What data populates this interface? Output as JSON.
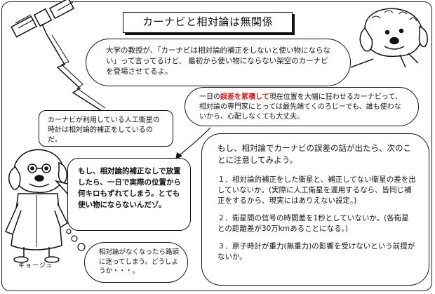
{
  "title": "カーナビと相対論は無関係",
  "bubbles": {
    "professor": "大学の教授が、「カーナビは相対論的補正をしないと使い物にならない」って言ってるけど、 最初から使い物にならない架空のカーナビを登場させてるよ。",
    "navi_error": {
      "before": "一日の",
      "highlight": "誤差を累積して",
      "after": "現在位置を大幅に狂わせるカーナビって、相対論の専門家にとっては最先端てくのろじーでも、誰も使わないから、心配しなくても大丈夫。"
    },
    "satellite": "カーナビが利用している人工衛星の時計は相対論的補正をしているのだ。",
    "kyoji": "もし、相対論的補正なしで放置したら、一日で実際の位置から何キロもずれてしまう。とても使い物にならないんだゾ。",
    "thought": "相対論がなくなったら路頭に迷ってしまう。どうしようか・・・。"
  },
  "check": {
    "heading": "もし、相対論でカーナビの誤差の話が出たら、次のことに注意してみよう。",
    "items": [
      "１．相対論的補正をした衛星と、補正してない衛星の差を出していないか。(実際に人工衛星を運用するなら、皆同じ補正をするから、現実にはありえない設定。)",
      "２．衛星間の信号の時間差を1秒としていないか。(各衛星との距離差が30万kmあることになる。)",
      "３．原子時計が重力(無重力)の影響を受けないという前提がないか。"
    ]
  },
  "character_caption": "キョージュ",
  "colors": {
    "highlight": "#d41f1f",
    "ink": "#111111"
  }
}
